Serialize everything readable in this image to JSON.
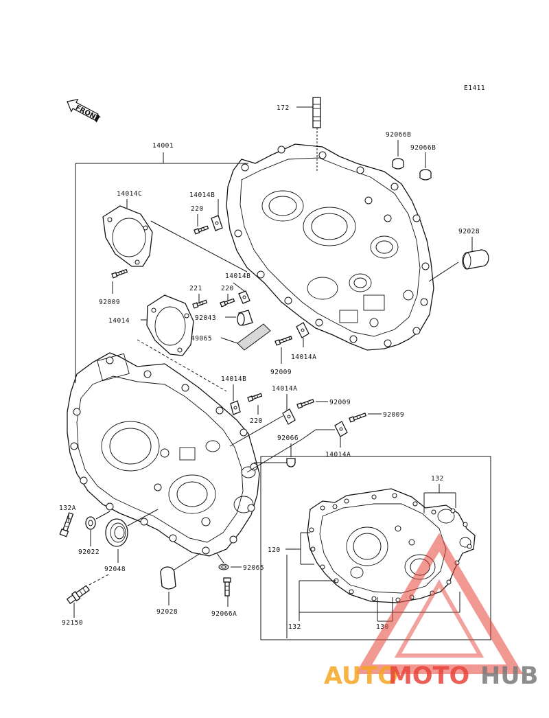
{
  "diagram_code": "E1411",
  "front_label": "FRONT",
  "labels": {
    "l172": "172",
    "l92066b_1": "92066B",
    "l92066b_2": "92066B",
    "l14001": "14001",
    "l14014c": "14014C",
    "l14014b_1": "14014B",
    "l220_1": "220",
    "l92028_1": "92028",
    "l92009_1": "92009",
    "l14014b_2": "14014B",
    "l221": "221",
    "l220_2": "220",
    "l14014": "14014",
    "l92043": "92043",
    "l49065": "49065",
    "l14014a_1": "14014A",
    "l92009_2": "92009",
    "l14014b_3": "14014B",
    "l14014a_2": "14014A",
    "l220_3": "220",
    "l92009_3": "92009",
    "l92009_4": "92009",
    "l92066": "92066",
    "l14014a_3": "14014A",
    "l132a": "132A",
    "l92022": "92022",
    "l92048": "92048",
    "l92065": "92065",
    "l92028_2": "92028",
    "l92066a": "92066A",
    "l92150": "92150",
    "l132_top": "132",
    "l120": "120",
    "l132_bottom": "132",
    "l130": "130"
  },
  "watermark": {
    "part1": "AUTO",
    "part2": "MOTO",
    "part3": "HUB",
    "color_orange": "#f5a623",
    "color_red": "#e8443a",
    "color_gray": "#7a7a7a"
  }
}
